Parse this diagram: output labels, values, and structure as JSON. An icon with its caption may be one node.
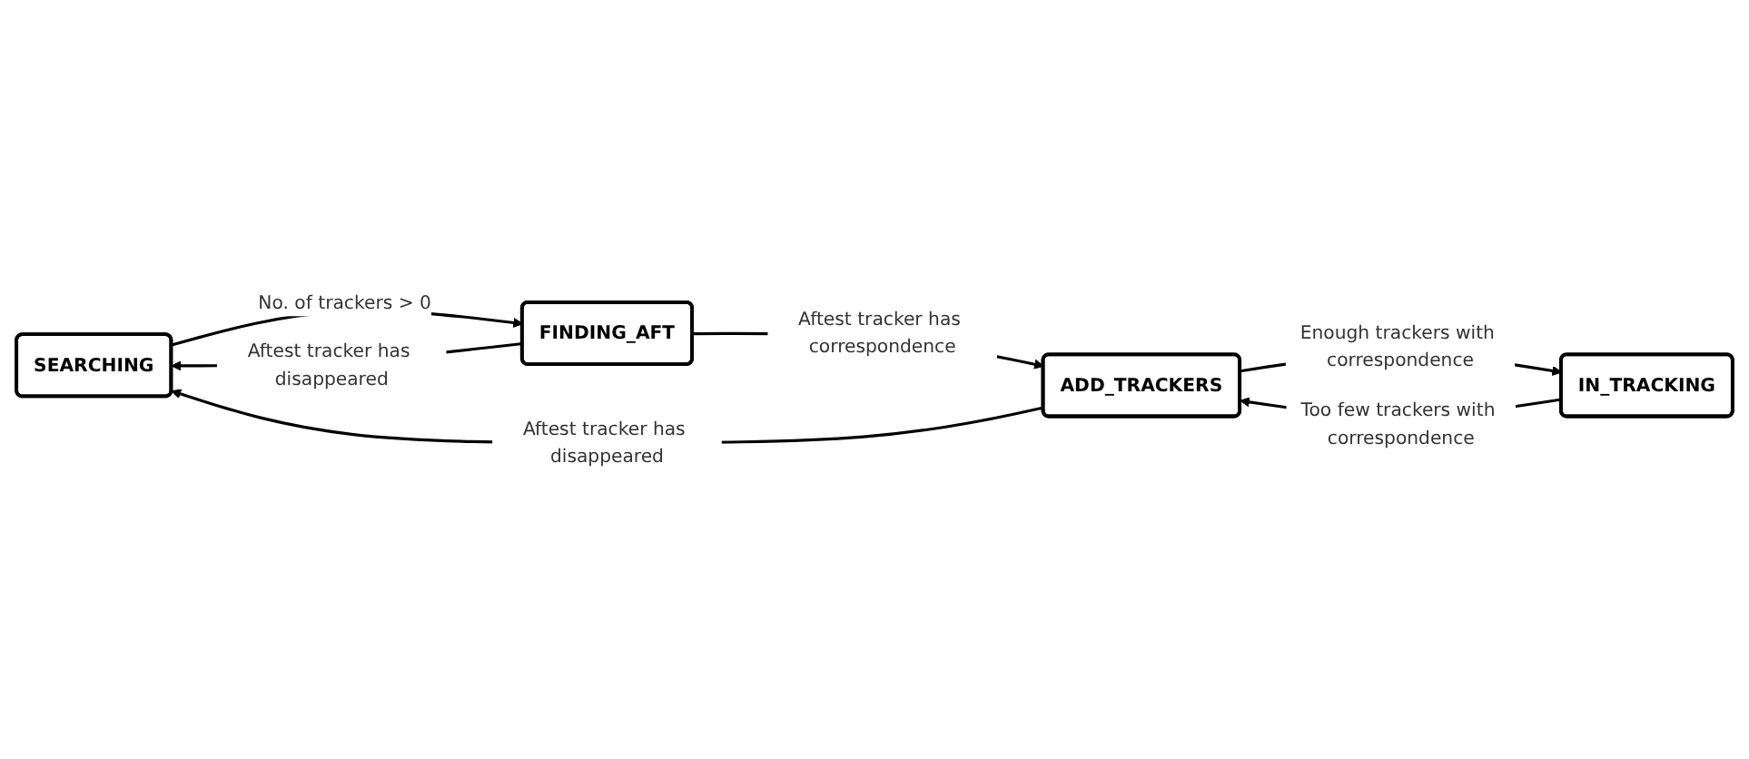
{
  "diagram": {
    "nodes": [
      {
        "text": [
          "SEARCHING"
        ]
      },
      {
        "text": [
          "FINDING_AFT"
        ]
      },
      {
        "text": [
          "IN_TRACKING"
        ]
      },
      {
        "text": [
          "ADD_TRACKERS"
        ]
      }
    ],
    "edges": [
      {
        "from": 0,
        "to": 1,
        "arrow": "to",
        "label": "No. of trackers > 0"
      },
      {
        "from": 1,
        "to": 0,
        "arrow": "to",
        "label": "Aftest tracker has disappeared"
      },
      {
        "from": 1,
        "to": 3,
        "arrow": "to",
        "label": "Aftest tracker has correspondence"
      },
      {
        "from": 3,
        "to": 0,
        "arrow": "to",
        "label": "Aftest tracker has disappeared"
      },
      {
        "from": 3,
        "to": 2,
        "arrow": "to",
        "label": "Enough trackers with correspondence"
      },
      {
        "from": 2,
        "to": 3,
        "arrow": "to",
        "label": "Too few trackers with correspondence"
      }
    ]
  }
}
